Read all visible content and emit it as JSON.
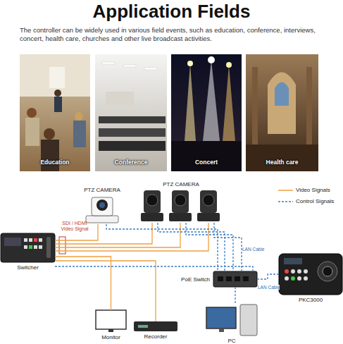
{
  "diagram": {
    "title": "Application Fields",
    "caption": "The controller can be widely used in various field events, such as education, conference, interviews, concert, health care, churches and other live broadcast activities.",
    "nodes": [
      {
        "text": [
          "Education"
        ]
      },
      {
        "text": [
          "Conference"
        ]
      },
      {
        "text": [
          "Concert"
        ]
      },
      {
        "text": [
          "Health care"
        ]
      },
      {
        "text": [
          "PTZ CAMERA"
        ]
      },
      {
        "text": [
          "PTZ CAMERA"
        ]
      },
      {
        "text": [
          "Switcher"
        ]
      },
      {
        "text": [
          "PoE Switch"
        ]
      },
      {
        "text": [
          "PKC3000"
        ]
      },
      {
        "text": [
          "Monitor"
        ]
      },
      {
        "text": [
          "Recorder"
        ]
      },
      {
        "text": [
          "PC"
        ]
      }
    ],
    "edges": [
      {
        "from": 4,
        "to": 6,
        "arrow": "none"
      },
      {
        "from": 5,
        "to": 6,
        "arrow": "none"
      },
      {
        "from": 6,
        "to": 9,
        "arrow": "none"
      },
      {
        "from": 6,
        "to": 10,
        "arrow": "none"
      },
      {
        "from": 4,
        "to": 7,
        "arrow": "none"
      },
      {
        "from": 5,
        "to": 7,
        "label": "LAN Cable",
        "arrow": "none"
      },
      {
        "from": 6,
        "to": 7,
        "arrow": "none"
      },
      {
        "from": 7,
        "to": 8,
        "label": "LAN Cable",
        "arrow": "none"
      },
      {
        "from": 7,
        "to": 11,
        "arrow": "none"
      }
    ],
    "labels": [
      "SDI / HDMI Video Signal"
    ],
    "legend": [
      {
        "text": "Video Signals"
      },
      {
        "text": "Control Signals"
      }
    ]
  }
}
